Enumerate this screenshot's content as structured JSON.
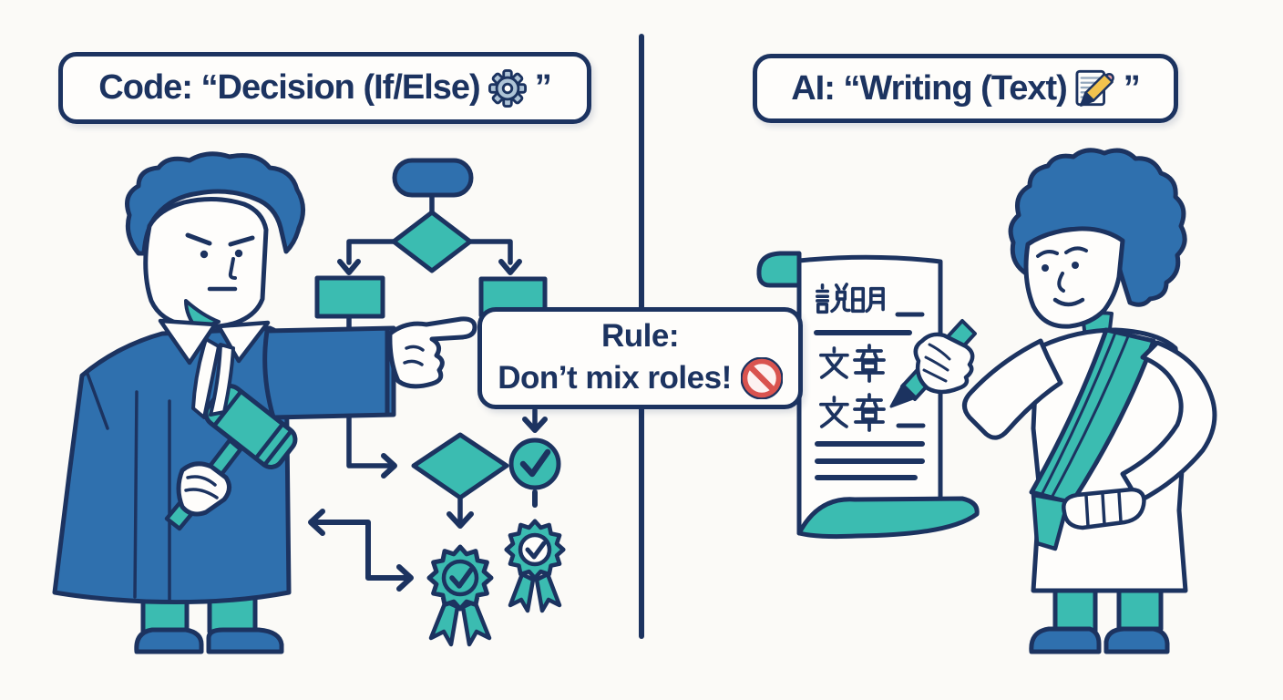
{
  "palette": {
    "navy": "#1c3360",
    "blue": "#2f70ae",
    "teal": "#3bbcb1",
    "paper_white": "#fefdfb",
    "background": "#fbfaf7",
    "red": "#d9534f",
    "red_fill": "#fdf2f1",
    "gear_gray": "#aec3d6",
    "pencil_yellow": "#f2c34e",
    "eraser_pink": "#e8a0a6"
  },
  "header": {
    "left": {
      "text": "Code: “Decision (If/Else)",
      "closing_quote": "”",
      "icon": "gear-icon"
    },
    "right": {
      "text": "AI: “Writing (Text)",
      "closing_quote": "”",
      "icon": "memo-pencil-icon"
    }
  },
  "rule_box": {
    "line1": "Rule:",
    "line2": "Don’t mix roles!",
    "icon": "no-entry-icon"
  },
  "scroll": {
    "line1": "説明",
    "line2": "文章",
    "line3": "文章",
    "underscore": "＿",
    "ruled_lines_count": 4
  },
  "figures": {
    "left": "judge-with-gavel-pointing",
    "right": "writer-with-pen-and-scroll"
  },
  "flowchart": {
    "nodes": [
      "start-pill",
      "decision-diamond",
      "process-left",
      "process-right",
      "decision-diamond-2",
      "check-circle",
      "award-badge-1",
      "award-badge-2"
    ],
    "divider": "vertical-line"
  }
}
